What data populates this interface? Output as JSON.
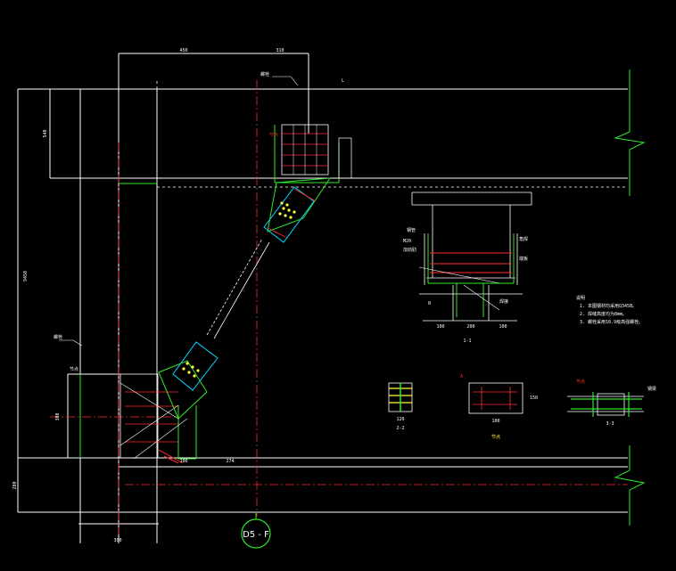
{
  "drawing": {
    "background": "#000000",
    "colors": {
      "line": "#ffffff",
      "structure": "#2ee82e",
      "rebar": "#ff2a2a",
      "bolt": "#ffff33",
      "plate": "#00d8ff",
      "axis": "#ff2a2a"
    },
    "axis_bubble_label": "D5 - F",
    "dims": {
      "top_left": "450",
      "top_right": "310",
      "left_vertical": "9450",
      "left_upper": "540",
      "left_lower": "300",
      "bottom_left": "200",
      "bottom_mid": "300",
      "bottom_right": "274",
      "node_bottom": "100"
    },
    "labels": {
      "top_callout": "螺栓",
      "left_callout": "螺栓",
      "beam_top": "L",
      "gusset_top": "节点",
      "gusset_low": "节点"
    },
    "section_1": {
      "title": "1-1",
      "left_callouts": [
        "钢管",
        "M20",
        "加劲肋"
      ],
      "right_callouts": [
        "角焊",
        "端板"
      ],
      "bottom_dims": [
        "100",
        "200",
        "100"
      ],
      "bottom_callouts": [
        "8",
        "焊接"
      ]
    },
    "section_small": {
      "title": "2-2",
      "dims": [
        "120"
      ]
    },
    "section_mid": {
      "title": "节点",
      "tag": "A",
      "dims": [
        "100",
        "150"
      ]
    },
    "section_right": {
      "title": "3-3",
      "left_tag": "节点",
      "right_tag": "钢梁"
    },
    "notes": {
      "heading": "说明",
      "lines": [
        "1. 本图钢材均采用Q345B。",
        "2. 焊缝高度均为8mm。",
        "3. 螺栓采用10.9级高强螺栓。"
      ]
    }
  }
}
